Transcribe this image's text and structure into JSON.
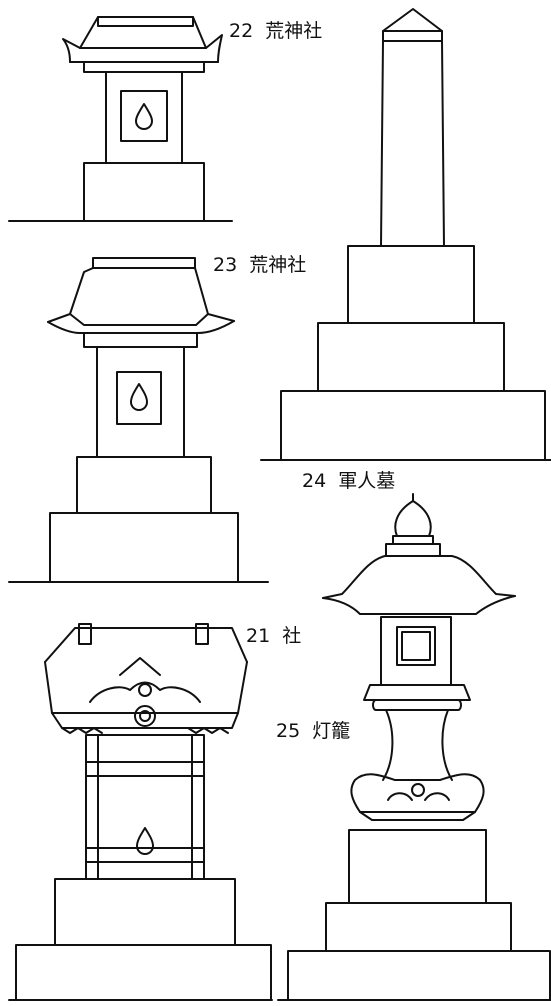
{
  "figures": [
    {
      "number": "22",
      "name": "荒神社"
    },
    {
      "number": "23",
      "name": "荒神社"
    },
    {
      "number": "24",
      "name": "軍人墓"
    },
    {
      "number": "21",
      "name": "社"
    },
    {
      "number": "25",
      "name": "灯籠"
    }
  ],
  "colors": {
    "ink": "#111111",
    "paper": "#ffffff"
  },
  "icons": [
    "jewel-drop-icon"
  ]
}
